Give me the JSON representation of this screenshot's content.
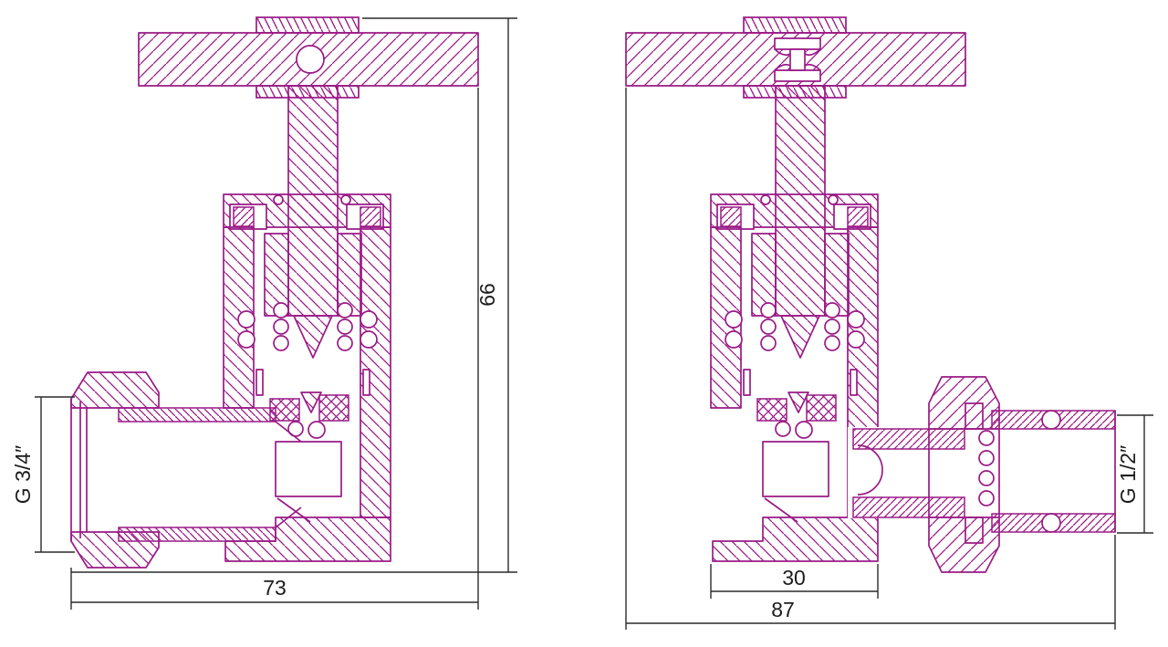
{
  "colors": {
    "line": "#9a1a86",
    "dimension": "#2a2a2a",
    "background": "#ffffff"
  },
  "dims": {
    "left": {
      "height": "66",
      "width": "73",
      "thread": "G 3/4″"
    },
    "right": {
      "body_width": "30",
      "total_width": "87",
      "thread": "G 1/2″"
    }
  }
}
